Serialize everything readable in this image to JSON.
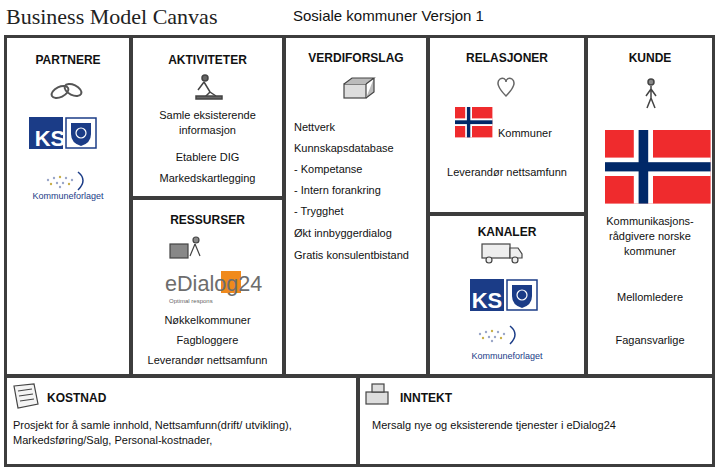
{
  "diagram": {
    "title": "Business Model Canvas",
    "nodes": [
      {
        "text": [
          "PARTNERE",
          "KS",
          "Kommuneforlaget"
        ]
      },
      {
        "text": [
          "AKTIVITETER",
          "Samle eksisterende informasjon",
          "Etablere DIG",
          "Markedskartlegging"
        ]
      },
      {
        "text": [
          "RESSURSER",
          "eDialog24",
          "Optimal respons",
          "Nøkkelkommuner",
          "Fagbloggere",
          "Leverandør nettsamfunn"
        ]
      },
      {
        "text": [
          "VERDIFORSLAG",
          "Nettverk",
          "Kunnskapsdatabase",
          "- Kompetanse",
          "- Intern forankring",
          "- Trygghet",
          "Økt innbyggerdialog",
          "Gratis konsulentbistand"
        ]
      },
      {
        "text": [
          "RELASJONER",
          "Kommuner",
          "Leverandør nettsamfunn"
        ]
      },
      {
        "text": [
          "KANALER",
          "KS",
          "Kommuneforlaget"
        ]
      },
      {
        "text": [
          "KUNDE",
          "Kommunikasjons- rådgivere norske kommuner",
          "Mellomledere",
          "Fagansvarlige"
        ]
      },
      {
        "text": [
          "KOSTNAD",
          "Prosjekt for å samle innhold, Nettsamfunn(drift/ utvikling), Markedsføring/Salg, Personal-kostnader,"
        ]
      },
      {
        "text": [
          "INNTEKT",
          "Mersalg nye og eksisterende tjenester i eDialog24"
        ]
      }
    ],
    "labels": [
      "Sosiale kommuner Versjon 1"
    ]
  }
}
